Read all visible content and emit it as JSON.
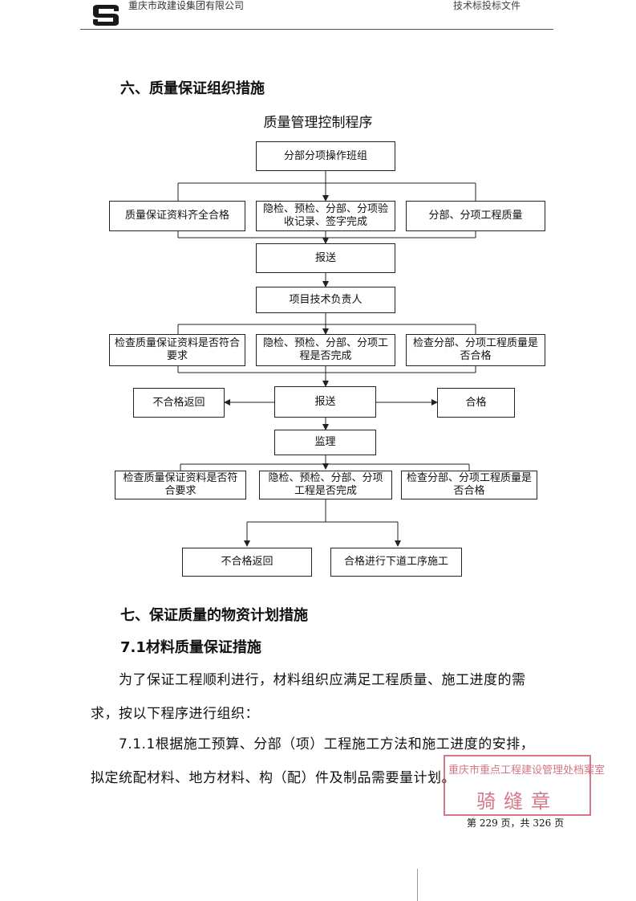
{
  "header": {
    "company": "重庆市政建设集团有限公司",
    "right_text": "技术标投标文件"
  },
  "section6": {
    "title": "六、质量保证组织措施"
  },
  "flowchart": {
    "title": "质量管理控制程序",
    "top": "分部分项操作班组",
    "row1": [
      "质量保证资料齐全合格",
      "隐检、预检、分部、分项验收记录、签字完成",
      "分部、分项工程质量"
    ],
    "submit1": "报送",
    "tech_lead": "项目技术负责人",
    "row2": [
      "检查质量保证资料是否符合要求",
      "隐检、预检、分部、分项工程是否完成",
      "检查分部、分项工程质量是否合格"
    ],
    "fail1": "不合格返回",
    "submit2": "报送",
    "pass1": "合格",
    "supervision": "监理",
    "row3": [
      "检查质量保证资料是否符合要求",
      "隐检、预检、分部、分项工程是否完成",
      "检查分部、分项工程质量是否合格"
    ],
    "fail2": "不合格返回",
    "pass2": "合格进行下道工序施工"
  },
  "section7": {
    "title": "七、保证质量的物资计划措施",
    "sub": "7.1材料质量保证措施",
    "p1_line1": "为了保证工程顺利进行，材料组织应满足工程质量、施工进度的需",
    "p1_line2": "求，按以下程序进行组织：",
    "p2_line1": "7.1.1根据施工预算、分部（项）工程施工方法和施工进度的安排，",
    "p2_line2": "拟定统配材料、地方材料、构（配）件及制品需要量计划。"
  },
  "stamp": {
    "top_text": "重庆市重点工程建设管理处档案室",
    "bottom_text": "骑缝章"
  },
  "footer": {
    "page_text": "第 229 页，共 326 页"
  }
}
